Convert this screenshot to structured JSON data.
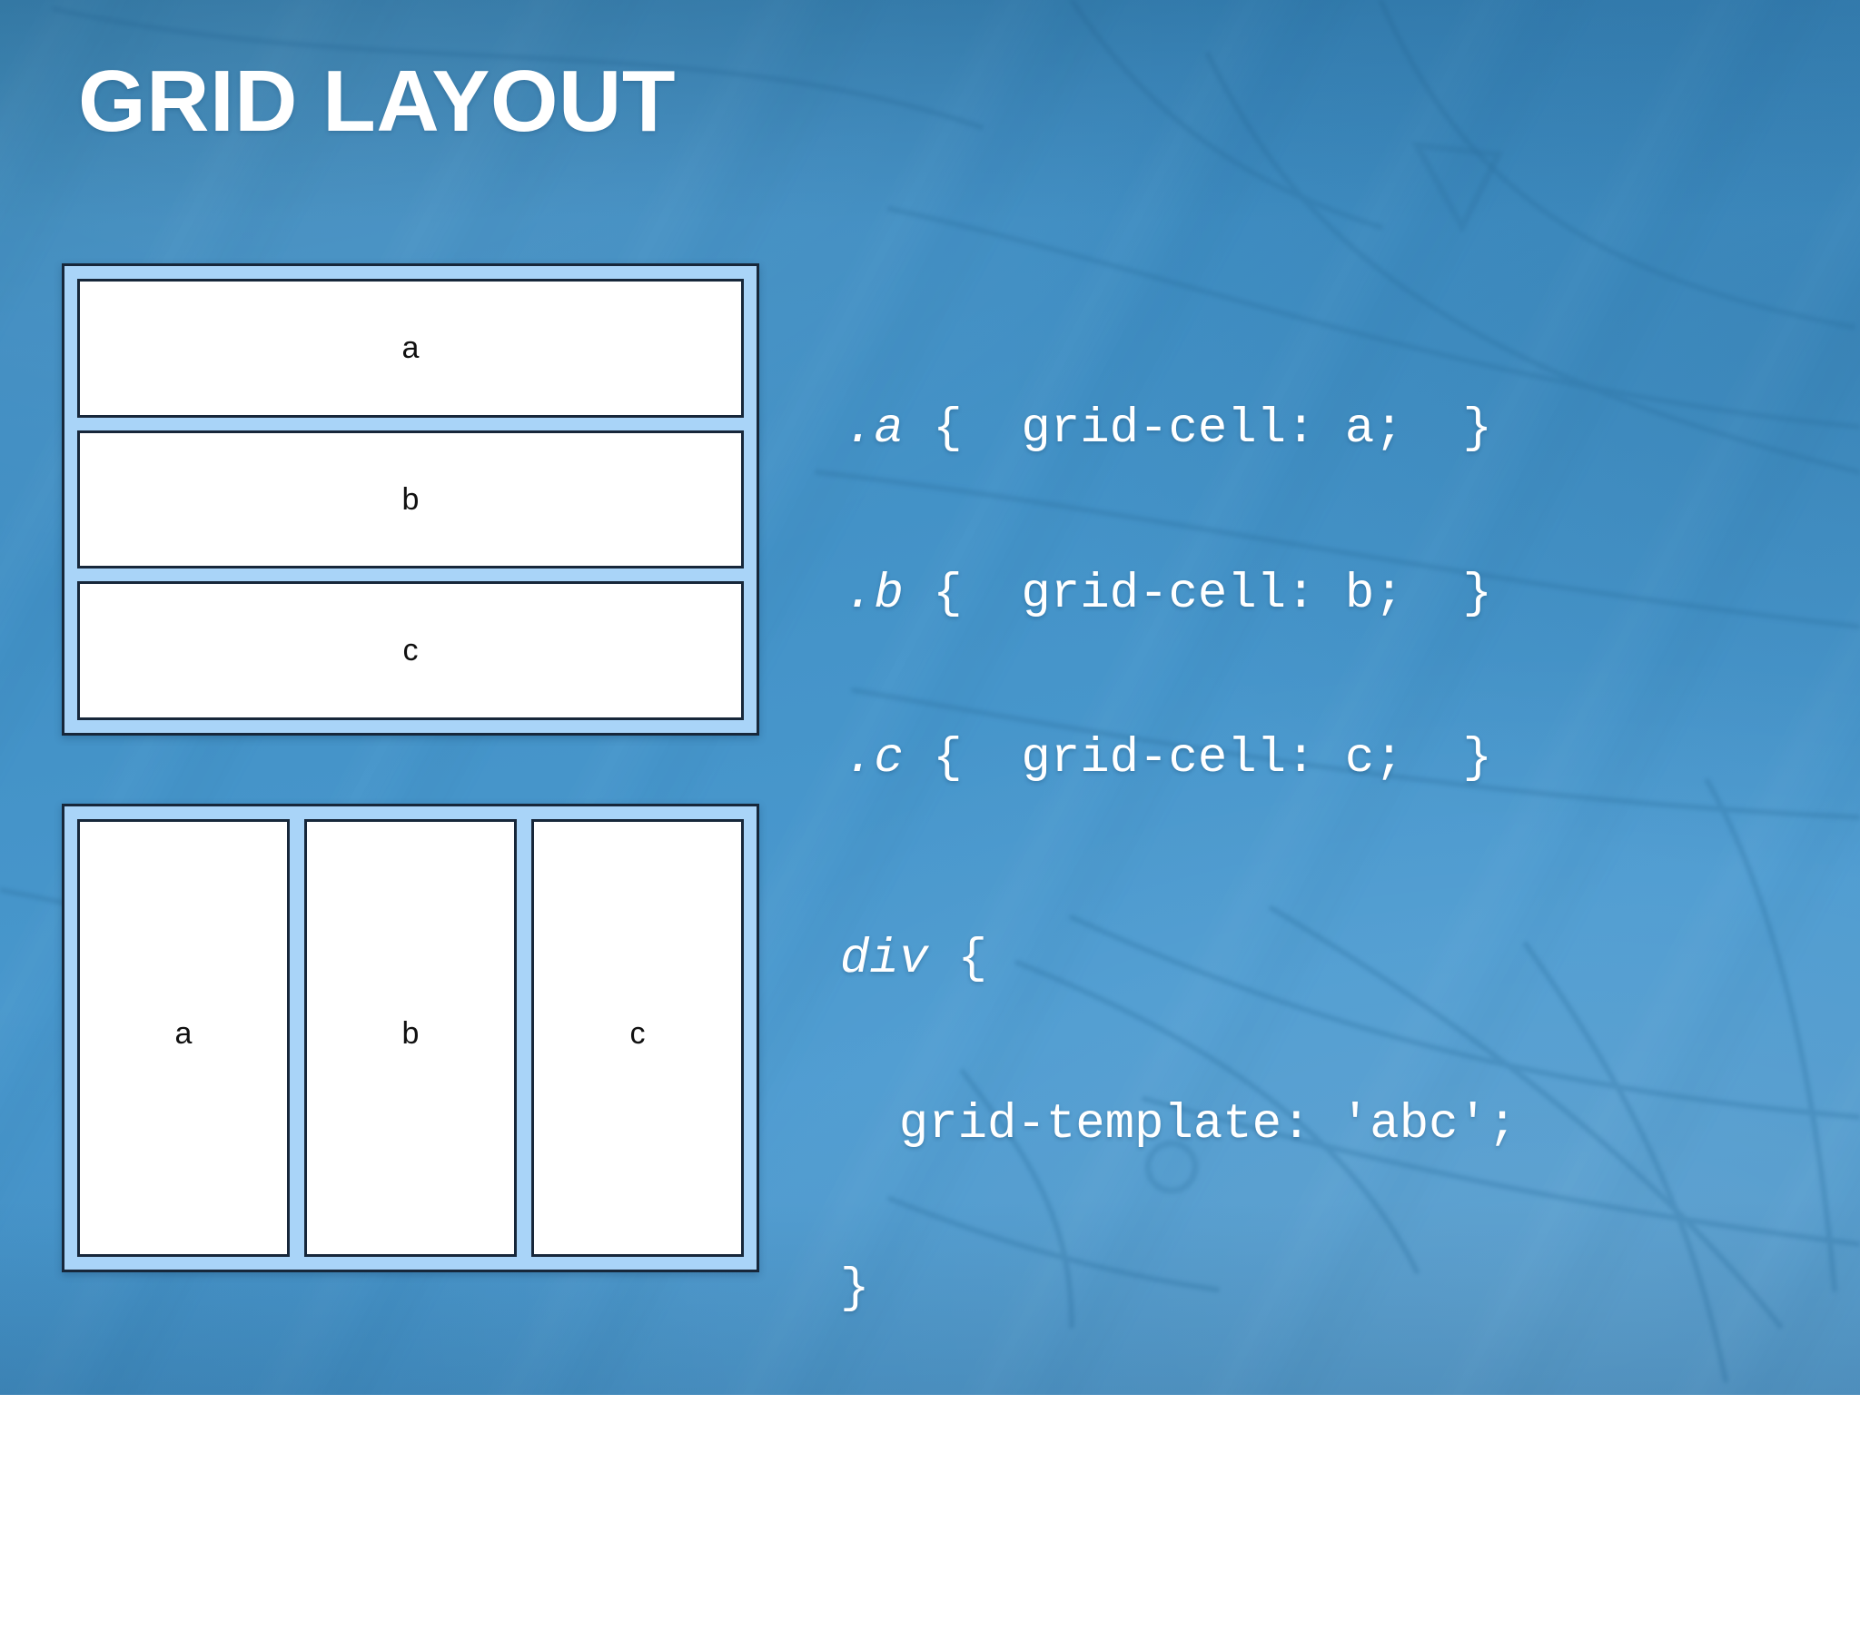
{
  "slide": {
    "title": "GRID LAYOUT",
    "background_color": "#3f8cc4",
    "accent_color": "#a9d4f8",
    "border_color": "#17273a",
    "cell_color": "#ffffff",
    "text_color": "#ffffff"
  },
  "diagram_rows": {
    "name": "stacked-rows-grid",
    "orientation": "rows",
    "cells": [
      {
        "label": "a"
      },
      {
        "label": "b"
      },
      {
        "label": "c"
      }
    ]
  },
  "diagram_cols": {
    "name": "side-by-side-columns-grid",
    "orientation": "columns",
    "cells": [
      {
        "label": "a"
      },
      {
        "label": "b"
      },
      {
        "label": "c"
      }
    ]
  },
  "code_cells": {
    "lines": [
      {
        "selector": ".a",
        "rest": " {  grid-cell: a;  }"
      },
      {
        "selector": ".b",
        "rest": " {  grid-cell: b;  }"
      },
      {
        "selector": ".c",
        "rest": " {  grid-cell: c;  }"
      }
    ]
  },
  "code_template": {
    "lines": [
      {
        "selector": "div",
        "rest": " {"
      },
      {
        "selector": "",
        "rest": "  grid-template: 'abc';"
      },
      {
        "selector": "",
        "rest": "}"
      }
    ]
  }
}
